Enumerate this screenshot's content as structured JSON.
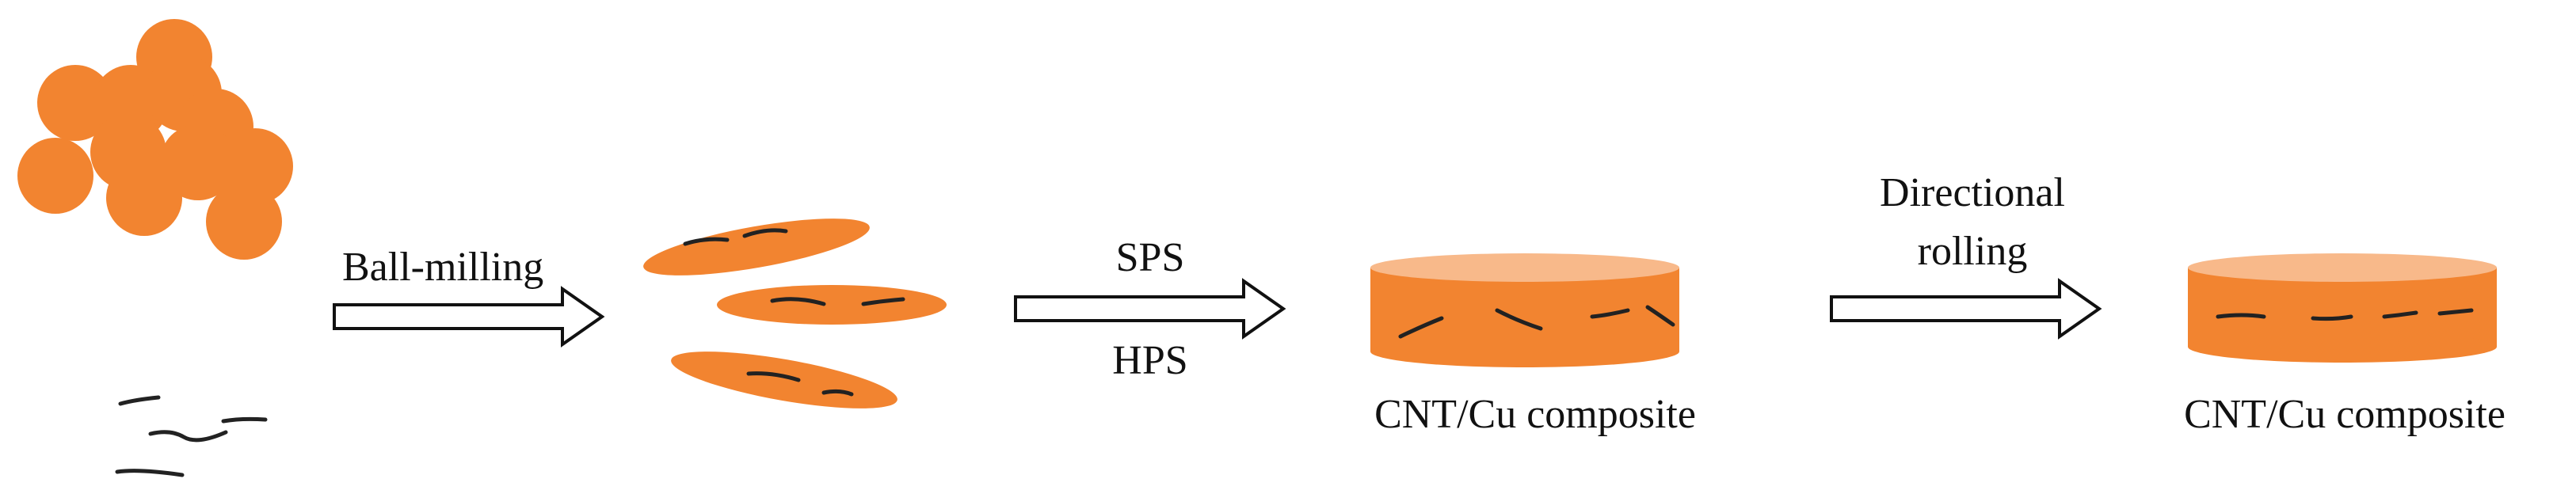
{
  "colors": {
    "particle": "#F28430",
    "disc_side": "#F28430",
    "disc_top": "#F8B98A",
    "cnt": "#222222",
    "arrow_stroke": "#111111"
  },
  "labels": {
    "step1": "Ball-milling",
    "step2_top": "SPS",
    "step2_bottom": "HPS",
    "step3_line1": "Directional",
    "step3_line2": "rolling",
    "product1": "CNT/Cu composite",
    "product2": "CNT/Cu composite"
  }
}
